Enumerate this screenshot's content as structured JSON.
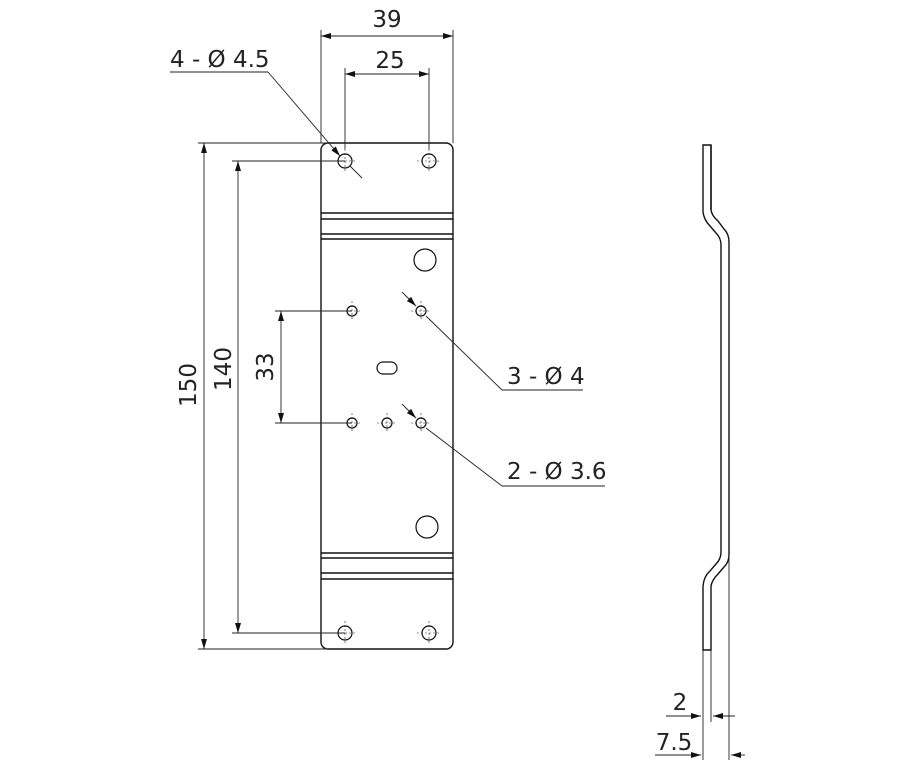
{
  "dimensions": {
    "overall_width": "39",
    "hole_spacing_width": "25",
    "overall_height": "150",
    "hole_spacing_height": "140",
    "middle_hole_spacing": "33",
    "thickness": "2",
    "offset_depth": "7.5"
  },
  "callouts": {
    "corner_holes": "4 - Ø 4.5",
    "upper_holes": "3 - Ø 4",
    "lower_holes": "2 - Ø 3.6"
  }
}
